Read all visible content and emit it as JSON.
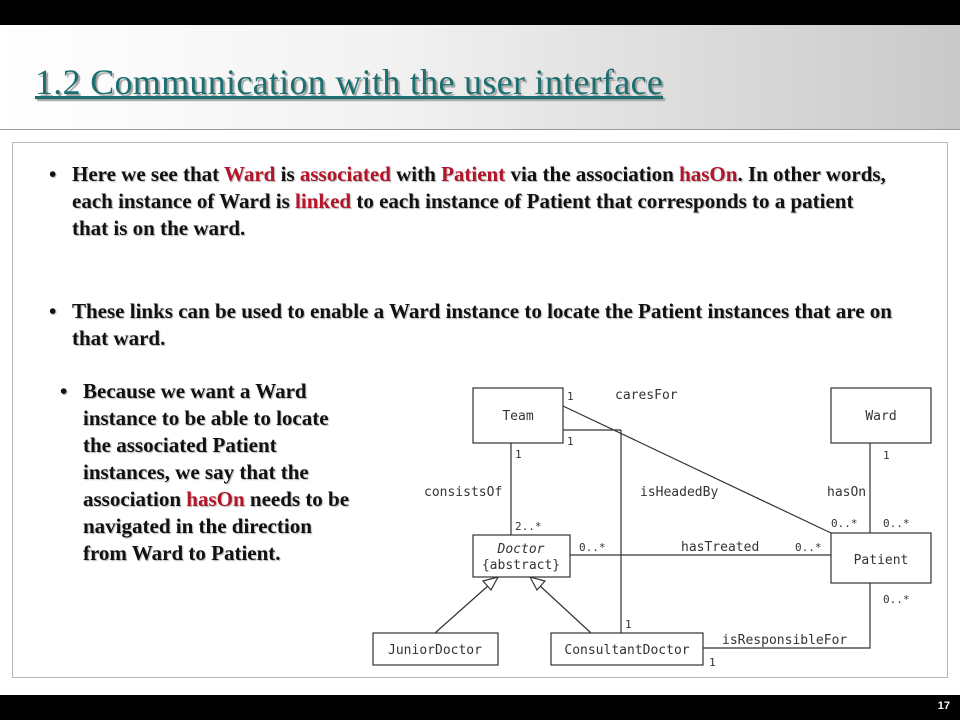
{
  "slide": {
    "title": "1.2 Communication with the user interface",
    "page_number": "17"
  },
  "bullets": [
    {
      "marker": "•",
      "segments": [
        {
          "text": "Here we see that ",
          "hl": false
        },
        {
          "text": "Ward",
          "hl": true
        },
        {
          "text": " is ",
          "hl": false
        },
        {
          "text": "associated",
          "hl": true
        },
        {
          "text": " with ",
          "hl": false
        },
        {
          "text": "Patient",
          "hl": true
        },
        {
          "text": " via the association ",
          "hl": false
        },
        {
          "text": "hasOn",
          "hl": true
        },
        {
          "text": ". In other words, each instance of Ward is ",
          "hl": false
        },
        {
          "text": "linked",
          "hl": true
        },
        {
          "text": " to each instance of Patient that corresponds to a patient that is on the ward.",
          "hl": false
        }
      ]
    },
    {
      "marker": "•",
      "segments": [
        {
          "text": "These links can be used to enable a Ward instance to locate the Patient instances that are on that ward.",
          "hl": false
        }
      ]
    },
    {
      "marker": "•",
      "segments": [
        {
          "text": "Because we want a Ward instance to be able to locate the associated Patient instances, we say that the association ",
          "hl": false
        },
        {
          "text": "hasOn",
          "hl": true
        },
        {
          "text": " needs to be navigated in the direction from Ward to Patient.",
          "hl": false
        }
      ]
    }
  ],
  "diagram": {
    "classes": {
      "team": "Team",
      "ward": "Ward",
      "doctor_name": "Doctor",
      "doctor_stereotype": "{abstract}",
      "patient": "Patient",
      "junior": "JuniorDoctor",
      "consultant": "ConsultantDoctor"
    },
    "associations": {
      "cares_for": "caresFor",
      "consists_of": "consistsOf",
      "is_headed_by": "isHeadedBy",
      "has_on": "hasOn",
      "has_treated": "hasTreated",
      "is_responsible_for": "isResponsibleFor"
    },
    "multiplicities": {
      "team_caresfor": "1",
      "team_headed": "1",
      "team_consists": "1",
      "doctor_consists": "2..*",
      "doctor_treated": "0..*",
      "patient_treated": "0..*",
      "patient_caresfor": "0..*",
      "patient_hason": "0..*",
      "ward_hason": "1",
      "patient_responsible": "0..*",
      "consultant_headed": "1",
      "consultant_responsible": "1"
    }
  }
}
